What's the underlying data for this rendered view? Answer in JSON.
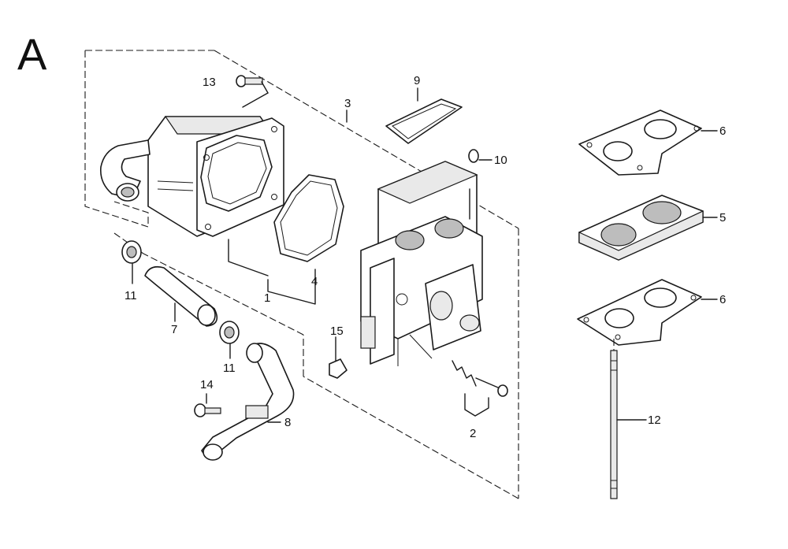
{
  "section_letter": "A",
  "callouts": [
    {
      "id": "c13",
      "num": "13",
      "part": "bolt-top"
    },
    {
      "id": "c9",
      "num": "9",
      "part": "gasket-small"
    },
    {
      "id": "c3",
      "num": "3",
      "part": "carburetor"
    },
    {
      "id": "c10",
      "num": "10",
      "part": "plug"
    },
    {
      "id": "c6a",
      "num": "6",
      "part": "gasket-upper"
    },
    {
      "id": "c5",
      "num": "5",
      "part": "insulator"
    },
    {
      "id": "c6b",
      "num": "6",
      "part": "gasket-lower"
    },
    {
      "id": "c4",
      "num": "4",
      "part": "seal-gasket"
    },
    {
      "id": "c1",
      "num": "1",
      "part": "elbow-housing"
    },
    {
      "id": "c11a",
      "num": "11",
      "part": "clamp-left"
    },
    {
      "id": "c7",
      "num": "7",
      "part": "hose"
    },
    {
      "id": "c11b",
      "num": "11",
      "part": "clamp-right"
    },
    {
      "id": "c15",
      "num": "15",
      "part": "clip"
    },
    {
      "id": "c14",
      "num": "14",
      "part": "bolt-lower"
    },
    {
      "id": "c8",
      "num": "8",
      "part": "breather-tube"
    },
    {
      "id": "c2",
      "num": "2",
      "part": "screw-spring-set"
    },
    {
      "id": "c12",
      "num": "12",
      "part": "stud"
    }
  ]
}
